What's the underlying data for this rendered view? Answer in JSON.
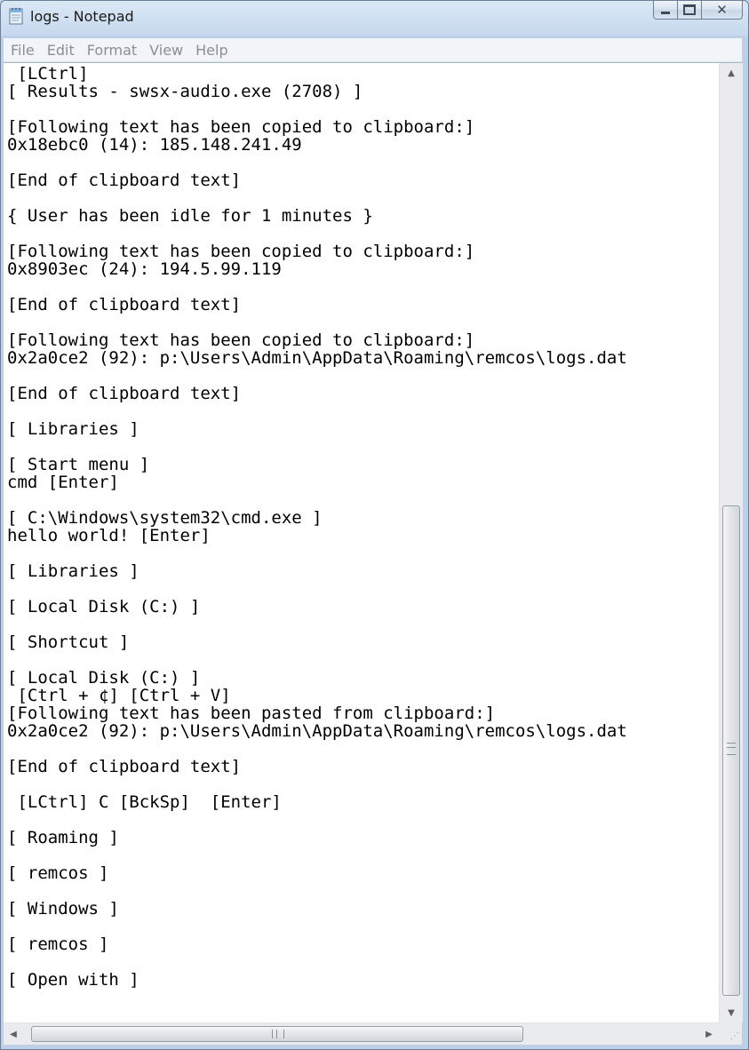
{
  "window": {
    "title": "logs - Notepad",
    "app_icon": "notepad-icon"
  },
  "caption_buttons": {
    "minimize_icon": "minimize-icon",
    "maximize_icon": "maximize-icon",
    "close_icon": "close-icon",
    "close_glyph": "✕"
  },
  "menu": {
    "items": [
      "File",
      "Edit",
      "Format",
      "View",
      "Help"
    ]
  },
  "editor": {
    "content": " [LCtrl]\n[ Results - swsx-audio.exe (2708) ]\n\n[Following text has been copied to clipboard:]\n0x18ebc0 (14): 185.148.241.49\n\n[End of clipboard text]\n\n{ User has been idle for 1 minutes }\n\n[Following text has been copied to clipboard:]\n0x8903ec (24): 194.5.99.119\n\n[End of clipboard text]\n\n[Following text has been copied to clipboard:]\n0x2a0ce2 (92): p:\\Users\\Admin\\AppData\\Roaming\\remcos\\logs.dat\n\n[End of clipboard text]\n\n[ Libraries ]\n\n[ Start menu ]\ncmd [Enter]\n\n[ C:\\Windows\\system32\\cmd.exe ]\nhello world! [Enter]\n\n[ Libraries ]\n\n[ Local Disk (C:) ]\n\n[ Shortcut ]\n\n[ Local Disk (C:) ]\n [Ctrl + ¢] [Ctrl + V]\n[Following text has been pasted from clipboard:]\n0x2a0ce2 (92): p:\\Users\\Admin\\AppData\\Roaming\\remcos\\logs.dat\n\n[End of clipboard text]\n\n [LCtrl] C [BckSp]  [Enter]\n\n[ Roaming ]\n\n[ remcos ]\n\n[ Windows ]\n\n[ remcos ]\n\n[ Open with ]"
  },
  "scrollbars": {
    "vertical": {
      "up_glyph": "▲",
      "down_glyph": "▼",
      "position_fraction": 0.47
    },
    "horizontal": {
      "left_glyph": "◀",
      "right_glyph": "▶",
      "position_fraction": 0.0
    }
  },
  "colors": {
    "title_bar": "#c6d9ee",
    "menu_text_disabled": "#8b8f94",
    "editor_background": "#ffffff"
  }
}
